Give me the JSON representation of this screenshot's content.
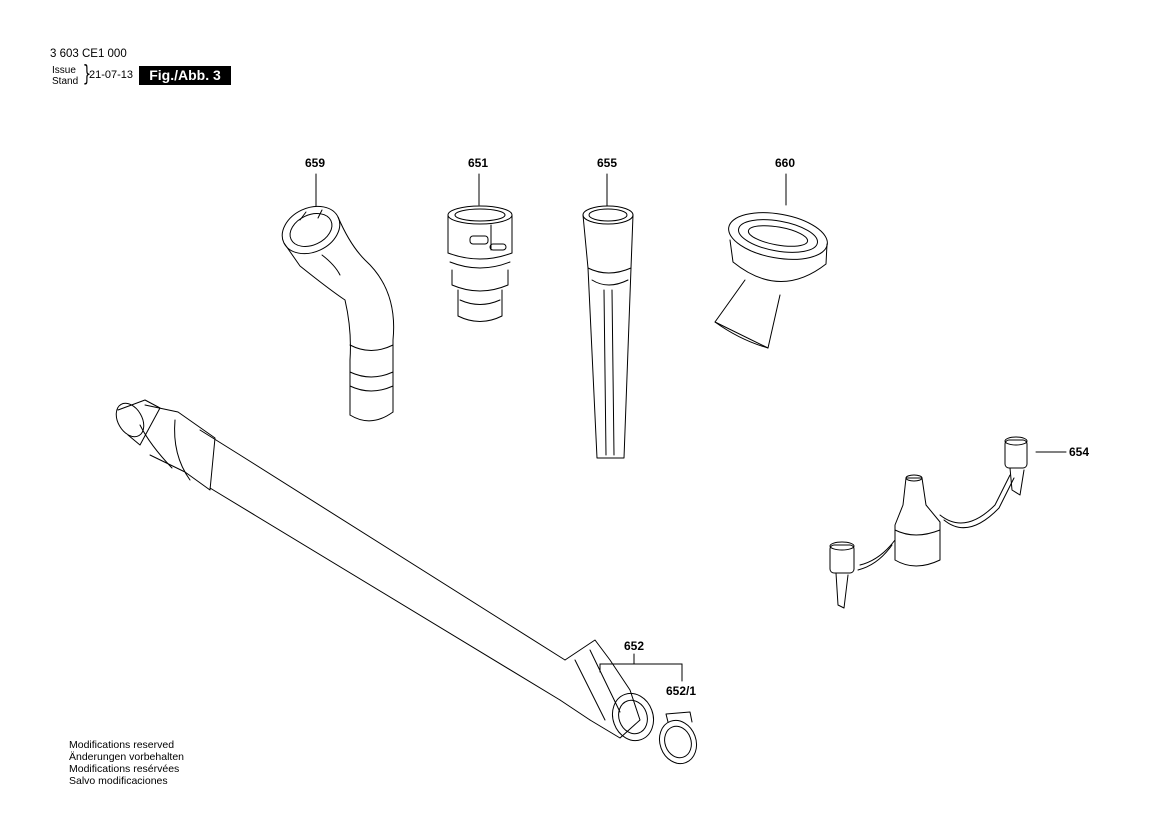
{
  "header": {
    "part_number": "3 603 CE1 000",
    "issue_label": "Issue",
    "stand_label": "Stand",
    "issue_date": "21-07-13",
    "figure_label": "Fig./Abb. 3"
  },
  "callouts": {
    "c659": "659",
    "c651": "651",
    "c655": "655",
    "c660": "660",
    "c654": "654",
    "c652": "652",
    "c652_1": "652/1"
  },
  "footer": {
    "line1": "Modifications reserved",
    "line2": "Änderungen vorbehalten",
    "line3": "Modifications resérvées",
    "line4": "Salvo modificaciones"
  }
}
